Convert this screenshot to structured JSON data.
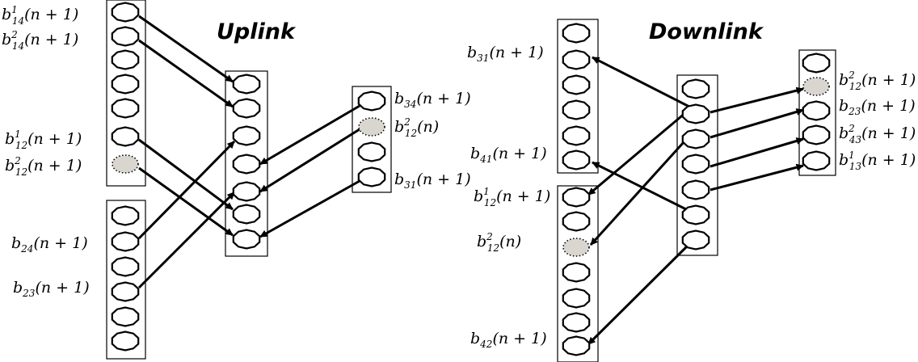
{
  "colors": {
    "empty_slot": "#ffffff",
    "pending_slot": "#d8d6cf",
    "stroke": "#000000"
  },
  "titles": {
    "uplink": "Uplink",
    "downlink": "Downlink"
  },
  "uplink": {
    "labels": [
      {
        "id": "ul-b14-1",
        "base": "b",
        "sub": "14",
        "sup": "1",
        "arg": "(n + 1)"
      },
      {
        "id": "ul-b14-2",
        "base": "b",
        "sub": "14",
        "sup": "2",
        "arg": "(n + 1)"
      },
      {
        "id": "ul-b12-1",
        "base": "b",
        "sub": "12",
        "sup": "1",
        "arg": "(n + 1)"
      },
      {
        "id": "ul-b12-2",
        "base": "b",
        "sub": "12",
        "sup": "2",
        "arg": "(n + 1)"
      },
      {
        "id": "ul-b24",
        "base": "b",
        "sub": "24",
        "sup": "",
        "arg": "(n + 1)"
      },
      {
        "id": "ul-b23",
        "base": "b",
        "sub": "23",
        "sup": "",
        "arg": "(n + 1)"
      },
      {
        "id": "ul-b34",
        "base": "b",
        "sub": "34",
        "sup": "",
        "arg": "(n + 1)"
      },
      {
        "id": "ul-b12-2n",
        "base": "b",
        "sub": "12",
        "sup": "2",
        "arg": "(n)"
      },
      {
        "id": "ul-b31",
        "base": "b",
        "sub": "31",
        "sup": "",
        "arg": "(n + 1)"
      }
    ]
  },
  "downlink": {
    "labels": [
      {
        "id": "dl-b31",
        "base": "b",
        "sub": "31",
        "sup": "",
        "arg": "(n + 1)"
      },
      {
        "id": "dl-b41",
        "base": "b",
        "sub": "41",
        "sup": "",
        "arg": "(n + 1)"
      },
      {
        "id": "dl-b12-1",
        "base": "b",
        "sub": "12",
        "sup": "1",
        "arg": "(n + 1)"
      },
      {
        "id": "dl-b12-2n",
        "base": "b",
        "sub": "12",
        "sup": "2",
        "arg": "(n)"
      },
      {
        "id": "dl-b42",
        "base": "b",
        "sub": "42",
        "sup": "",
        "arg": "(n + 1)"
      },
      {
        "id": "dl-b12-2",
        "base": "b",
        "sub": "12",
        "sup": "2",
        "arg": "(n + 1)"
      },
      {
        "id": "dl-b23",
        "base": "b",
        "sub": "23",
        "sup": "",
        "arg": "(n + 1)"
      },
      {
        "id": "dl-b43-2",
        "base": "b",
        "sub": "43",
        "sup": "2",
        "arg": "(n + 1)"
      },
      {
        "id": "dl-b13-1",
        "base": "b",
        "sub": "13",
        "sup": "1",
        "arg": "(n + 1)"
      }
    ]
  }
}
